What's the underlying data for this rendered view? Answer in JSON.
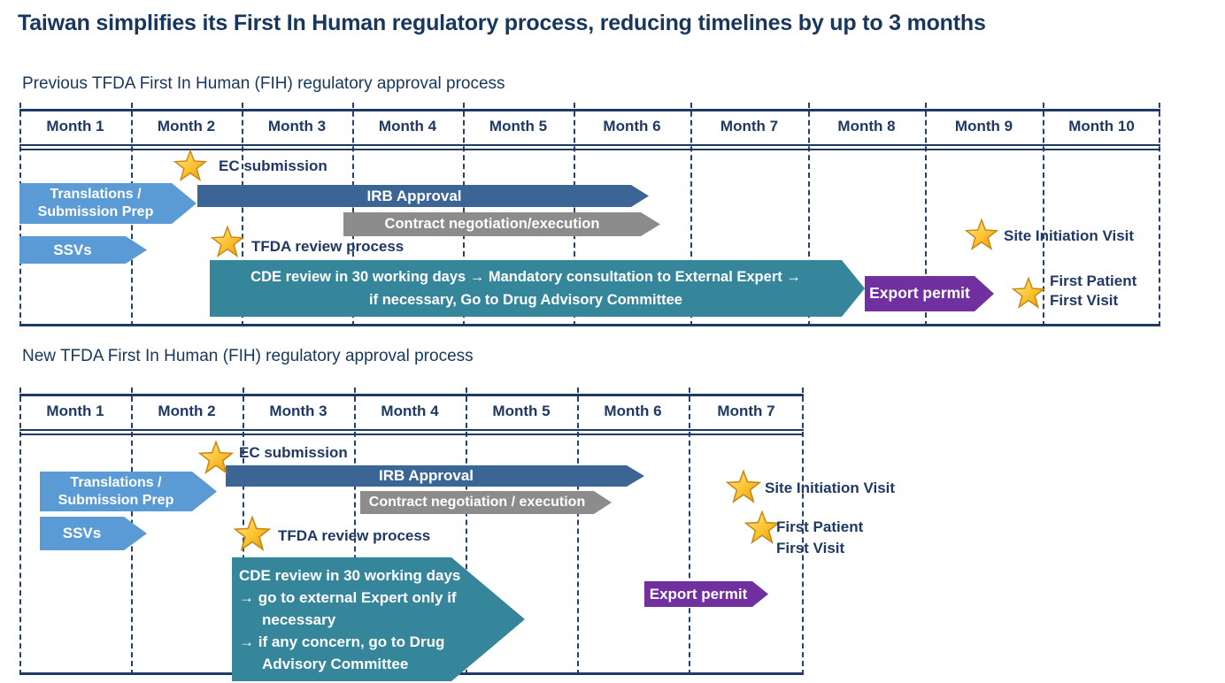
{
  "title": "Taiwan simplifies its First In Human regulatory process, reducing timelines by up to 3 months",
  "colors": {
    "navy": "#1F3864",
    "light_blue": "#5B9BD5",
    "dark_blue": "#3A6595",
    "gray": "#8C8C8C",
    "teal": "#35869B",
    "purple": "#7030A0",
    "gold": "#FFC42E"
  },
  "previous": {
    "heading": "Previous TFDA First In Human (FIH) regulatory approval process",
    "months": [
      "Month 1",
      "Month 2",
      "Month 3",
      "Month 4",
      "Month 5",
      "Month 6",
      "Month 7",
      "Month 8",
      "Month 9",
      "Month 10"
    ],
    "bars": {
      "translations_line1": "Translations /",
      "translations_line2": "Submission Prep",
      "irb": "IRB Approval",
      "contract": "Contract negotiation/execution",
      "ssvs": "SSVs",
      "cde_line1": "CDE review in 30 working days → Mandatory consultation to External Expert →",
      "cde_line2": "if necessary, Go to Drug Advisory Committee",
      "export_permit": "Export permit"
    },
    "milestones": {
      "ec_submission": "EC submission",
      "tfda_review": "TFDA review process",
      "site_initiation": "Site Initiation Visit",
      "first_patient_line1": "First Patient",
      "first_patient_line2": "First Visit"
    }
  },
  "new_process": {
    "heading": "New TFDA First In Human (FIH) regulatory approval process",
    "months": [
      "Month 1",
      "Month 2",
      "Month 3",
      "Month 4",
      "Month 5",
      "Month 6",
      "Month 7"
    ],
    "bars": {
      "translations_line1": "Translations /",
      "translations_line2": "Submission Prep",
      "irb": "IRB Approval",
      "contract": "Contract negotiation / execution",
      "ssvs": "SSVs",
      "cde_line1": "CDE review in 30 working days",
      "cde_line2": "→ go to external Expert  only if",
      "cde_line3": "necessary",
      "cde_line4": "→ if any concern, go to Drug",
      "cde_line5": "Advisory Committee",
      "export_permit": "Export permit"
    },
    "milestones": {
      "ec_submission": "EC submission",
      "tfda_review": "TFDA review process",
      "site_initiation": "Site Initiation Visit",
      "first_patient_line1": "First Patient",
      "first_patient_line2": "First Visit"
    }
  }
}
